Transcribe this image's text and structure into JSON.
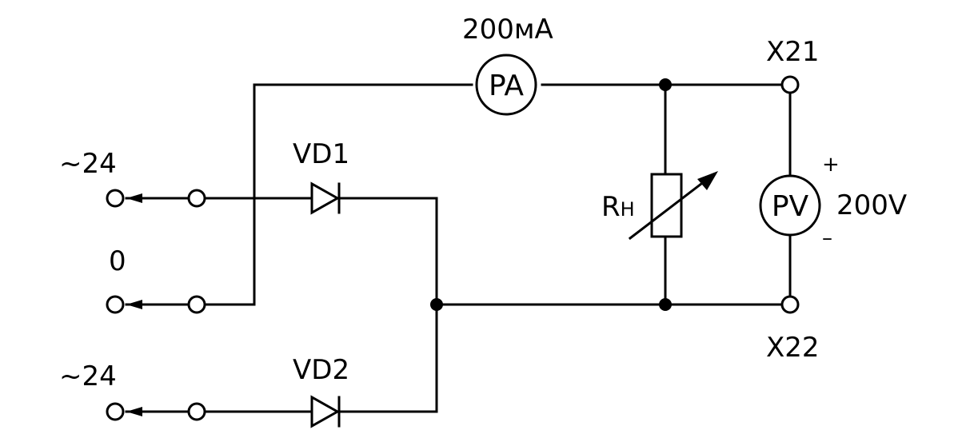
{
  "labels": {
    "ammeter_rating": "200мА",
    "ammeter_symbol": "PA",
    "voltmeter_symbol": "PV",
    "voltmeter_rating": "200V",
    "voltmeter_plus": "+",
    "voltmeter_minus": "–",
    "terminal_top": "X21",
    "terminal_bottom": "X22",
    "diode_top": "VD1",
    "diode_bottom": "VD2",
    "resistor_main": "R",
    "resistor_sub": "Н",
    "input_top": "~24",
    "input_mid": "0",
    "input_bottom": "~24"
  }
}
